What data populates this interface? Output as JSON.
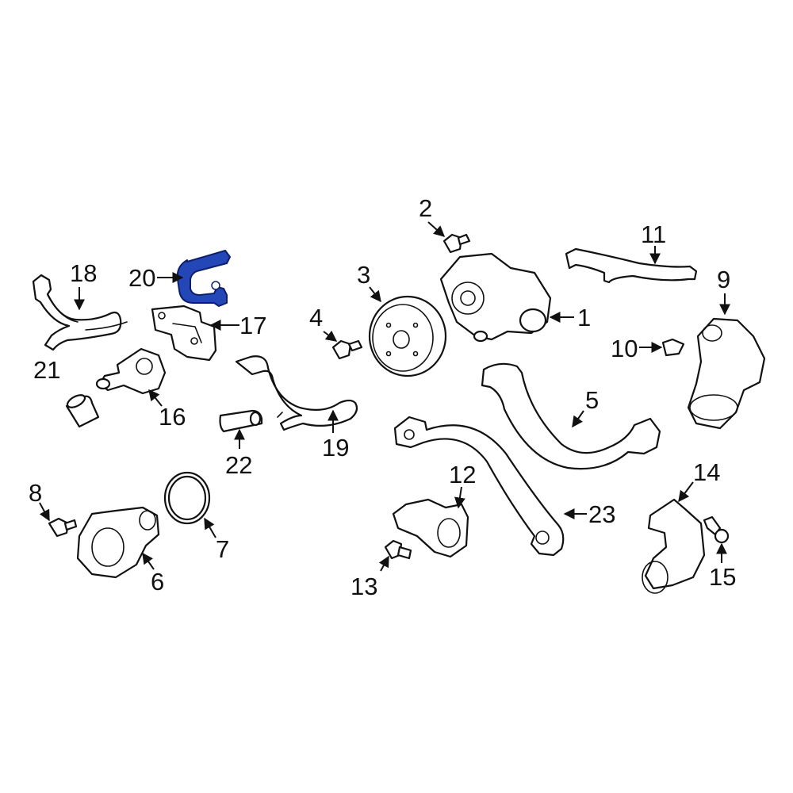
{
  "diagram": {
    "highlight_color": "#2447b8",
    "line_color": "#111111",
    "highlighted_part": "20",
    "callouts": [
      {
        "id": "1",
        "label": "1"
      },
      {
        "id": "2",
        "label": "2"
      },
      {
        "id": "3",
        "label": "3"
      },
      {
        "id": "4",
        "label": "4"
      },
      {
        "id": "5",
        "label": "5"
      },
      {
        "id": "6",
        "label": "6"
      },
      {
        "id": "7",
        "label": "7"
      },
      {
        "id": "8",
        "label": "8"
      },
      {
        "id": "9",
        "label": "9"
      },
      {
        "id": "10",
        "label": "10"
      },
      {
        "id": "11",
        "label": "11"
      },
      {
        "id": "12",
        "label": "12"
      },
      {
        "id": "13",
        "label": "13"
      },
      {
        "id": "14",
        "label": "14"
      },
      {
        "id": "15",
        "label": "15"
      },
      {
        "id": "16",
        "label": "16"
      },
      {
        "id": "17",
        "label": "17"
      },
      {
        "id": "18",
        "label": "18"
      },
      {
        "id": "19",
        "label": "19"
      },
      {
        "id": "20",
        "label": "20"
      },
      {
        "id": "21",
        "label": "21"
      },
      {
        "id": "22",
        "label": "22"
      },
      {
        "id": "23",
        "label": "23"
      }
    ]
  }
}
